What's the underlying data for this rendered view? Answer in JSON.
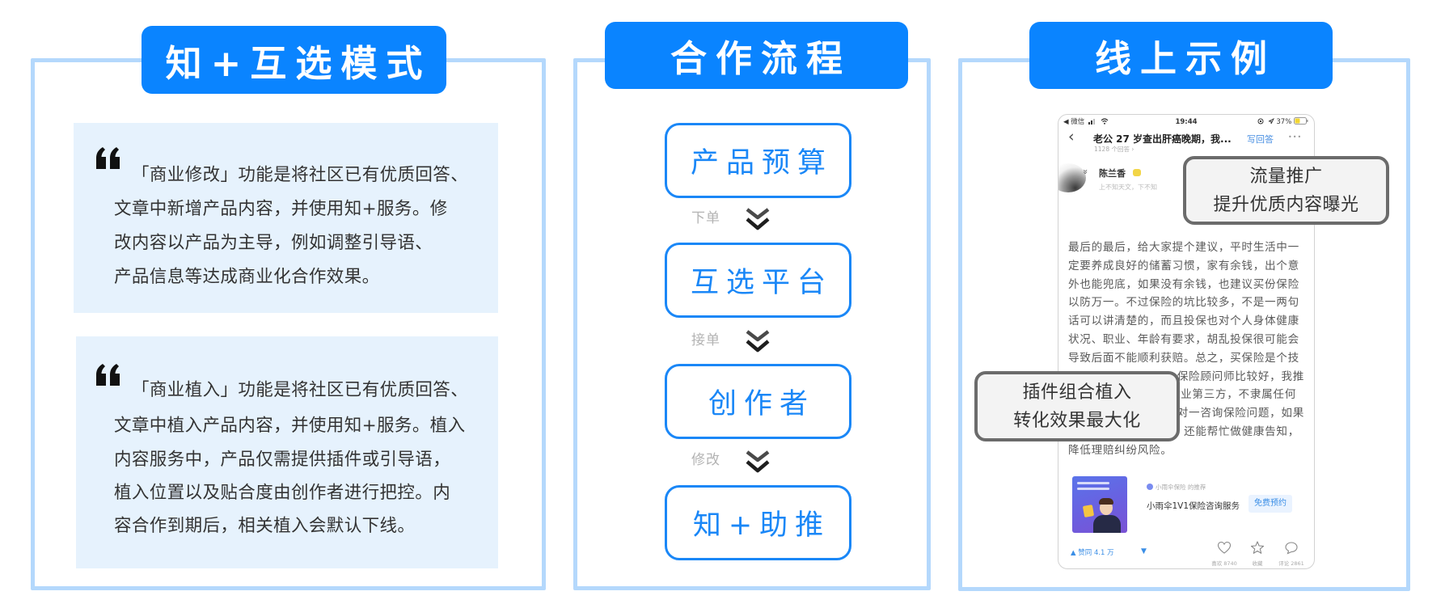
{
  "colors": {
    "title_bg": "#0a84ff",
    "panel_border": "#b4d8fc",
    "card_bg": "#e6f2fd",
    "flow_blue": "#1a87f7",
    "connector_label": "#b3b3b3",
    "callout_border": "#6b6b6b",
    "callout_bg": "#f3f3f3"
  },
  "mode_panel": {
    "title": "知+互选模式",
    "cards": [
      {
        "icon": "open-quote-icon",
        "lines": [
          "「商业修改」功能是将社区已有优质回答、",
          "文章中新增产品内容，并使用知+服务。修",
          "改内容以产品为主导，例如调整引导语、",
          "产品信息等达成商业化合作效果。"
        ]
      },
      {
        "icon": "open-quote-icon",
        "lines": [
          "「商业植入」功能是将社区已有优质回答、",
          "文章中植入产品内容，并使用知+服务。植入",
          "内容服务中，产品仅需提供插件或引导语，",
          "植入位置以及贴合度由创作者进行把控。内",
          "容合作到期后，相关植入会默认下线。"
        ]
      }
    ]
  },
  "process_panel": {
    "title": "合作流程",
    "steps": [
      "产品预算",
      "互选平台",
      "创作者",
      "知+助推"
    ],
    "connectors": [
      {
        "label": "下单",
        "icon": "double-chevron-down-icon"
      },
      {
        "label": "接单",
        "icon": "double-chevron-down-icon"
      },
      {
        "label": "修改",
        "icon": "double-chevron-down-icon"
      }
    ]
  },
  "example_panel": {
    "title": "线上示例",
    "phone": {
      "status_bar": {
        "back_app": "◀ 微信",
        "time": "19:44",
        "battery": "37%"
      },
      "header": {
        "question_title": "老公 27 岁查出肝癌晚期，我...",
        "answer_count": "1128 个回答 ›",
        "write_answer": "写回答",
        "more": "•••"
      },
      "author": {
        "name": "陈兰香",
        "bio": "上不知天文，下不知"
      },
      "body_lines": [
        "最后的最后，给大家提个建议，平时生活中一",
        "定要养成良好的储蓄习惯，家有余钱，出个意",
        "外也能兜底，如果没有余钱，也建议买份保险",
        "以防万一。不过保险的坑比较多，不是一两句",
        "话可以讲清楚的，而且投保也对个人身体健康",
        "状况、职业、年龄有要求，胡乱投保很可能会",
        "导致后面不能顺利获赔。总之，买保险是个技"
      ],
      "body_partial_lines": [
        "保险顾问师比较好，我推",
        "业第三方，不隶属任何",
        "对一咨询保险问题，如果",
        "还能帮忙做健康告知，"
      ],
      "body_last_line": "降低理赔纠纷风险。",
      "ad": {
        "source": "小雨伞保险 的推荐",
        "title": "小雨伞1V1保险咨询服务",
        "button": "免费预约"
      },
      "footer": {
        "upvote_label": "赞同 4.1 万",
        "upvote_icon": "▲",
        "downvote_icon": "▼",
        "like_label": "喜欢 8740",
        "collect_label": "收藏",
        "comment_label": "评论 2861"
      }
    },
    "callouts": [
      {
        "lines": [
          "流量推广",
          "提升优质内容曝光"
        ]
      },
      {
        "lines": [
          "插件组合植入",
          "转化效果最大化"
        ]
      }
    ]
  }
}
